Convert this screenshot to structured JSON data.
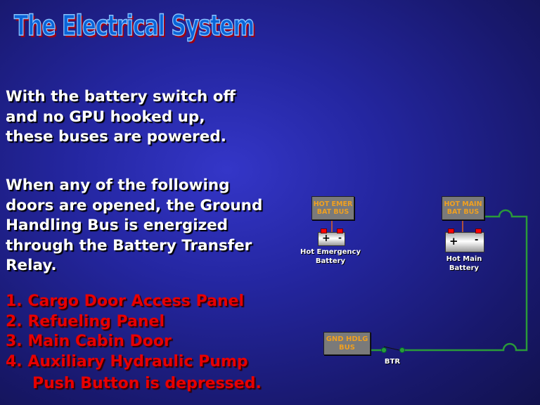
{
  "title": "The Electrical System",
  "intro": [
    "With the battery switch off",
    "and no GPU hooked up,",
    "these buses are powered."
  ],
  "doors": [
    "When any of the following",
    "doors are opened, the Ground",
    "Handling Bus is energized",
    "through the Battery Transfer",
    "Relay."
  ],
  "list": [
    "1.  Cargo Door Access Panel",
    "2.  Refueling Panel",
    "3.  Main Cabin Door",
    "4.  Auxiliary Hydraulic Pump",
    "Push Button is depressed."
  ],
  "diagram": {
    "hot_emer_bus": [
      "HOT EMER",
      "BAT BUS"
    ],
    "hot_main_bus": [
      "HOT MAIN",
      "BAT BUS"
    ],
    "gnd_hdlg_bus": [
      "GND HDLG",
      "BUS"
    ],
    "emer_battery": {
      "plus": "+",
      "minus": "-",
      "label": [
        "Hot Emergency",
        "Battery"
      ]
    },
    "main_battery": {
      "plus": "+",
      "minus": "-",
      "label": [
        "Hot Main",
        "Battery"
      ]
    },
    "relay_label": "BTR",
    "colors": {
      "wire": "#2a9a3a",
      "bus_text": "#f0a020",
      "list_text": "#e80000"
    }
  }
}
